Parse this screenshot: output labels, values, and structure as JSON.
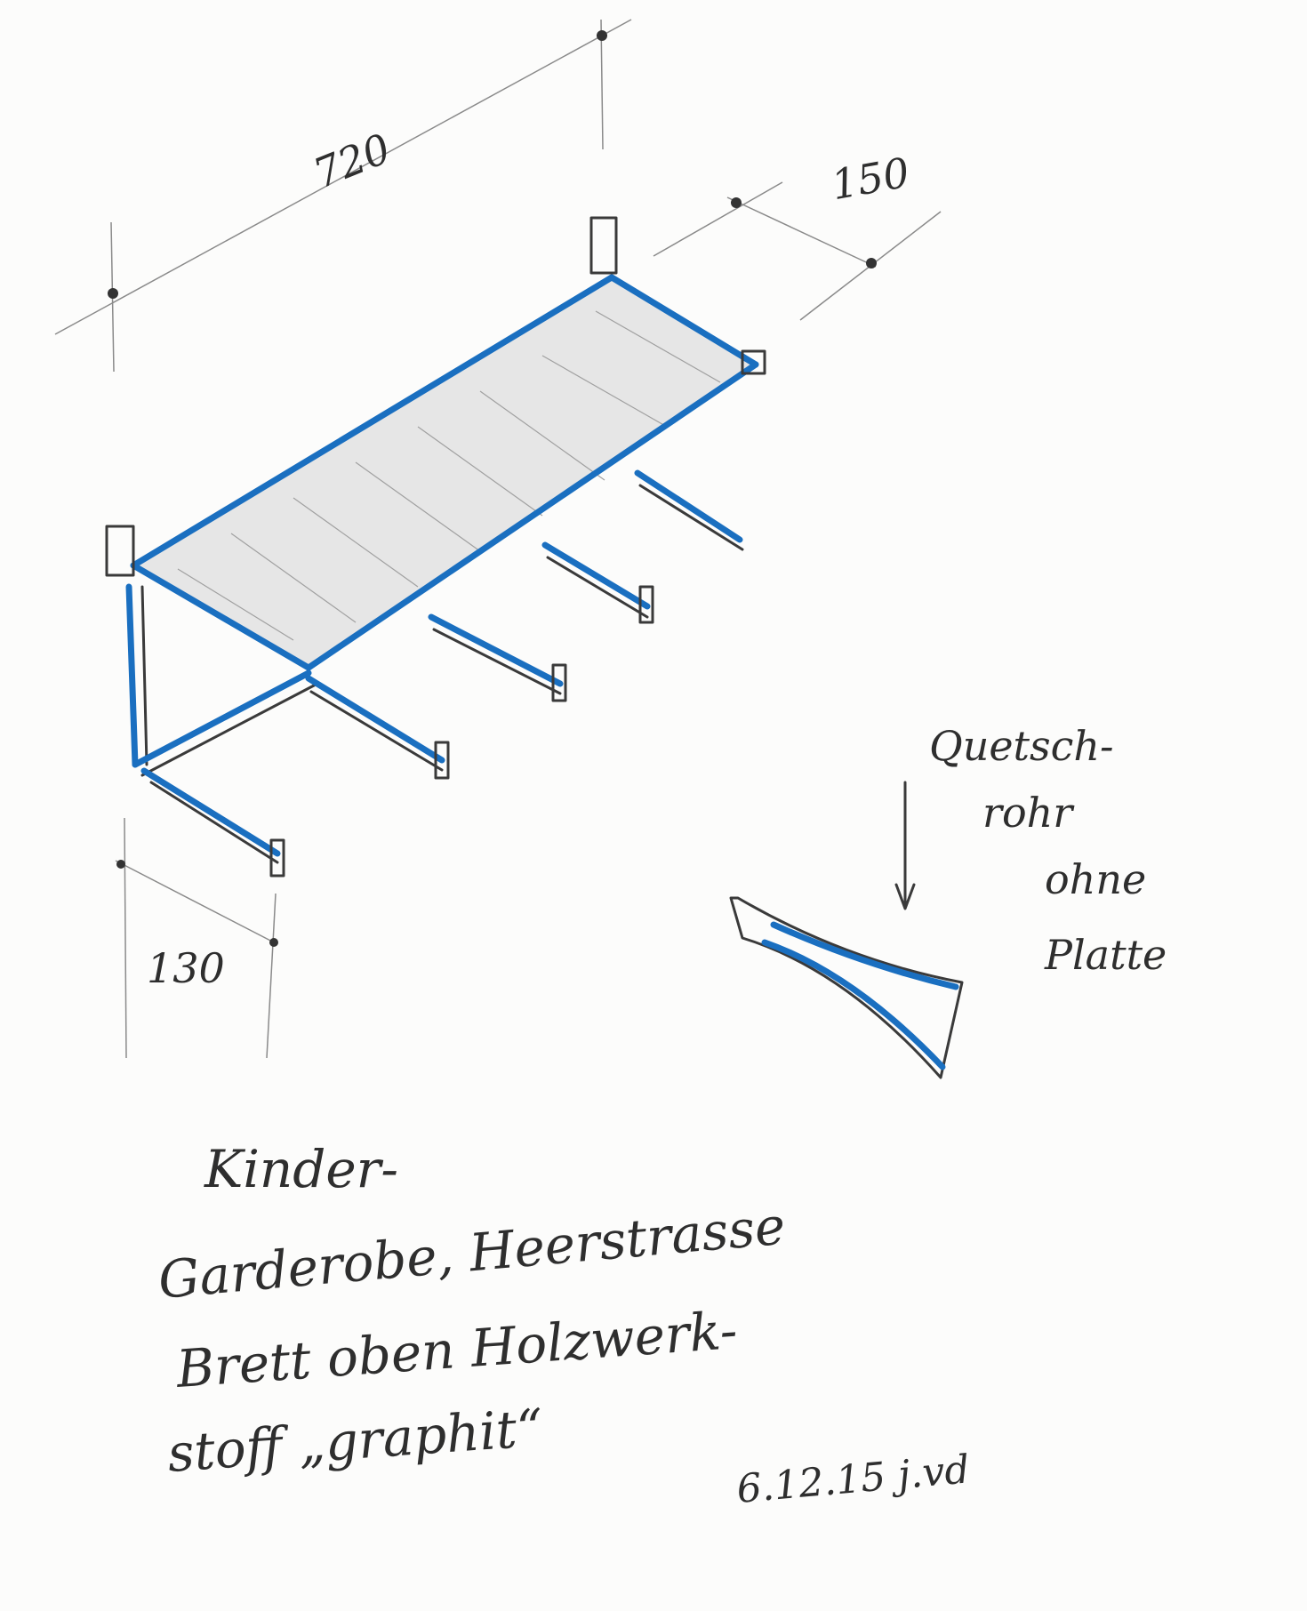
{
  "dimensions": {
    "length": "720",
    "depth": "150",
    "height": "130"
  },
  "section_note": [
    "Quetsch-",
    "rohr",
    "ohne",
    "Platte"
  ],
  "notes": [
    "Kinder-",
    "Garderobe, Heerstrasse",
    "Brett oben Holzwerk-",
    "stoff „graphit“"
  ],
  "date_signature": "6.12.15 j.vd",
  "colors": {
    "pencil": "#3a3a3a",
    "blue_pencil": "#1a6fc0",
    "paper": "#fcfcfb"
  }
}
